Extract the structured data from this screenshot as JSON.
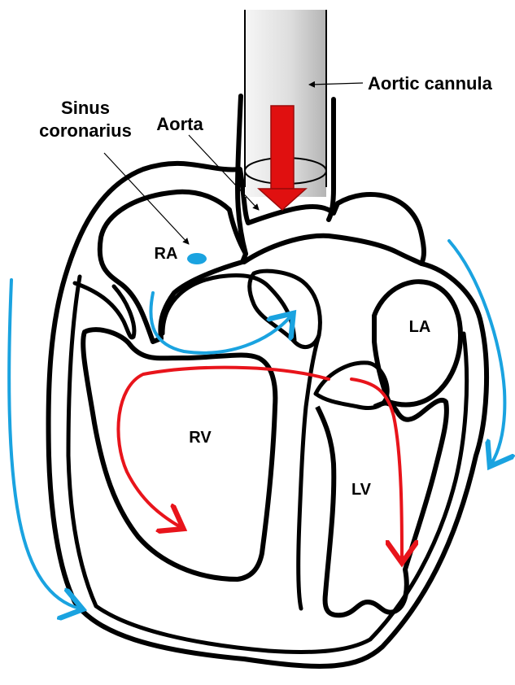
{
  "labels": {
    "aortic_cannula": "Aortic cannula",
    "sinus_line1": "Sinus",
    "sinus_line2": "coronarius",
    "aorta": "Aorta",
    "ra": "RA",
    "rv": "RV",
    "la": "LA",
    "lv": "LV"
  },
  "colors": {
    "outline": "#000000",
    "flow_blue": "#1aa3e0",
    "flow_red": "#e8141b",
    "cannula_arrow": "#e01010",
    "cannula_fill_light": "#f4f4f4",
    "cannula_fill_dark": "#b8b8b8"
  }
}
